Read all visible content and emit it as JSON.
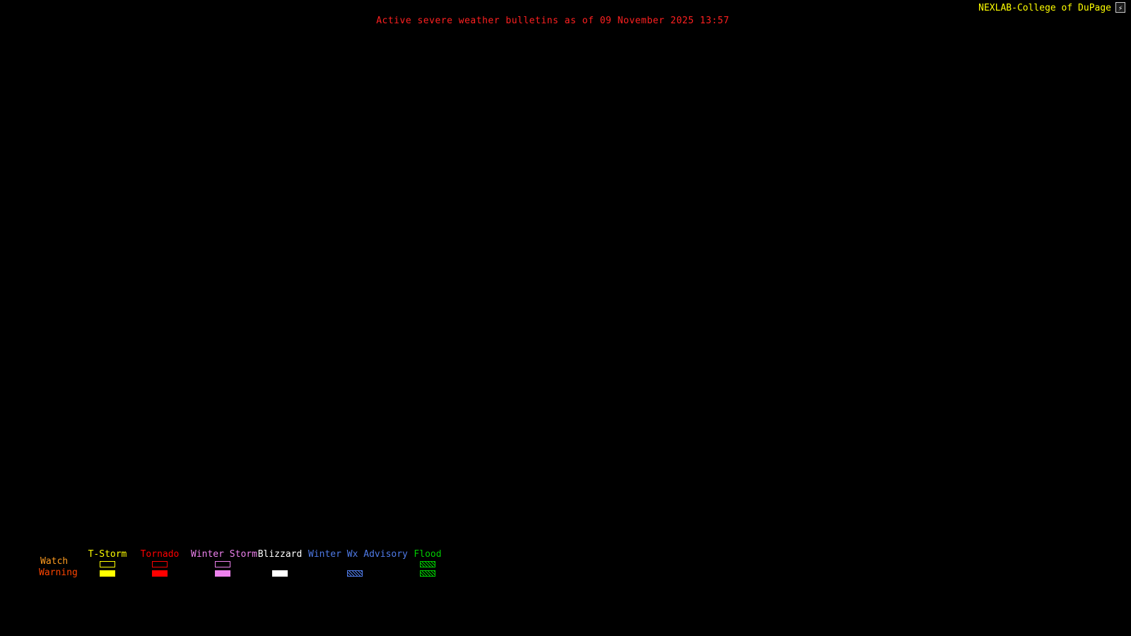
{
  "header": {
    "brand": "NEXLAB-College of DuPage",
    "brand_icon": "nexlab-logo-icon",
    "title": "Active severe weather bulletins as of 09 November 2025 13:57"
  },
  "colors": {
    "background": "#000000",
    "title_text": "#ff2020",
    "brand_text": "#ffff00",
    "watch_label": "#ff9c20",
    "warning_label": "#ff4500"
  },
  "legend": {
    "watch_label": "Watch",
    "warning_label": "Warning",
    "categories": [
      {
        "label": "T-Storm",
        "color": "#ffff00",
        "watch": "outline",
        "warning": "fill"
      },
      {
        "label": "Tornado",
        "color": "#ff0000",
        "watch": "outline",
        "warning": "fill"
      },
      {
        "label": "Winter Storm",
        "color": "#ee82ee",
        "watch": "outline",
        "warning": "fill"
      },
      {
        "label": "Blizzard",
        "color": "#ffffff",
        "watch": "none",
        "warning": "fill"
      },
      {
        "label": "Winter Wx Advisory",
        "color": "#4f7be8",
        "watch": "none",
        "warning": "hatch"
      },
      {
        "label": "Flood",
        "color": "#00cc00",
        "watch": "hatch",
        "warning": "hatch"
      }
    ]
  }
}
